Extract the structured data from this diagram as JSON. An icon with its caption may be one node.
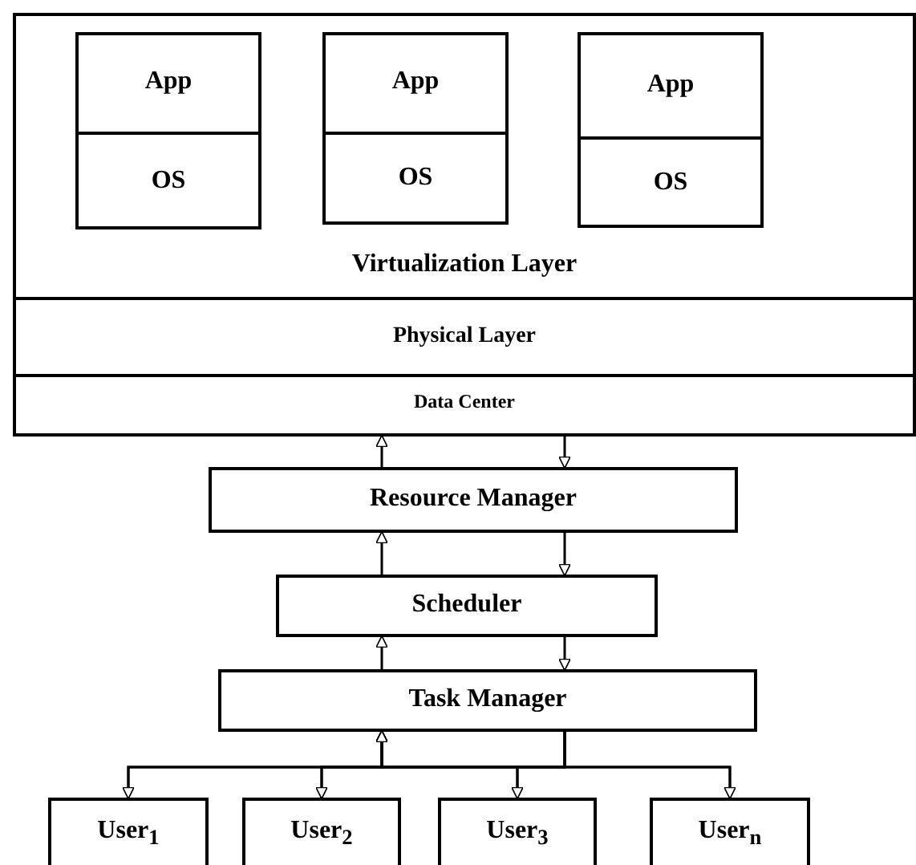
{
  "diagram": {
    "nodes": [
      {
        "text": [],
        "shape": "box"
      },
      {
        "text": [
          "App",
          "OS"
        ],
        "in": 0
      },
      {
        "text": [
          "App",
          "OS"
        ],
        "in": 0
      },
      {
        "text": [
          "App",
          "OS"
        ],
        "in": 0
      },
      {
        "text": [
          "Virtualization Layer"
        ],
        "in": 0
      },
      {
        "text": [
          "Physical Layer"
        ],
        "in": 0
      },
      {
        "text": [
          "Data Center"
        ],
        "in": 0
      },
      {
        "text": [
          "Resource Manager"
        ]
      },
      {
        "text": [
          "Scheduler"
        ]
      },
      {
        "text": [
          "Task Manager"
        ]
      },
      {
        "text": [
          "User$_{1}$"
        ]
      },
      {
        "text": [
          "User$_{2}$"
        ]
      },
      {
        "text": [
          "User$_{3}$"
        ]
      },
      {
        "text": [
          "User$_{n}$"
        ]
      }
    ],
    "edges": [
      {
        "from": 7,
        "to": 0,
        "arrow": "to"
      },
      {
        "from": 0,
        "to": 7,
        "arrow": "to"
      },
      {
        "from": 8,
        "to": 7,
        "arrow": "to"
      },
      {
        "from": 7,
        "to": 8,
        "arrow": "to"
      },
      {
        "from": 9,
        "to": 8,
        "arrow": "to"
      },
      {
        "from": 8,
        "to": 9,
        "arrow": "to"
      },
      {
        "from": 10,
        "to": 9,
        "arrow": "to"
      },
      {
        "from": 11,
        "to": 9,
        "arrow": "to"
      },
      {
        "from": 12,
        "to": 9,
        "arrow": "to"
      },
      {
        "from": 13,
        "to": 9,
        "arrow": "to"
      },
      {
        "from": 9,
        "to": 10,
        "arrow": "to"
      },
      {
        "from": 9,
        "to": 11,
        "arrow": "to"
      },
      {
        "from": 9,
        "to": 12,
        "arrow": "to"
      },
      {
        "from": 9,
        "to": 13,
        "arrow": "to"
      }
    ]
  }
}
